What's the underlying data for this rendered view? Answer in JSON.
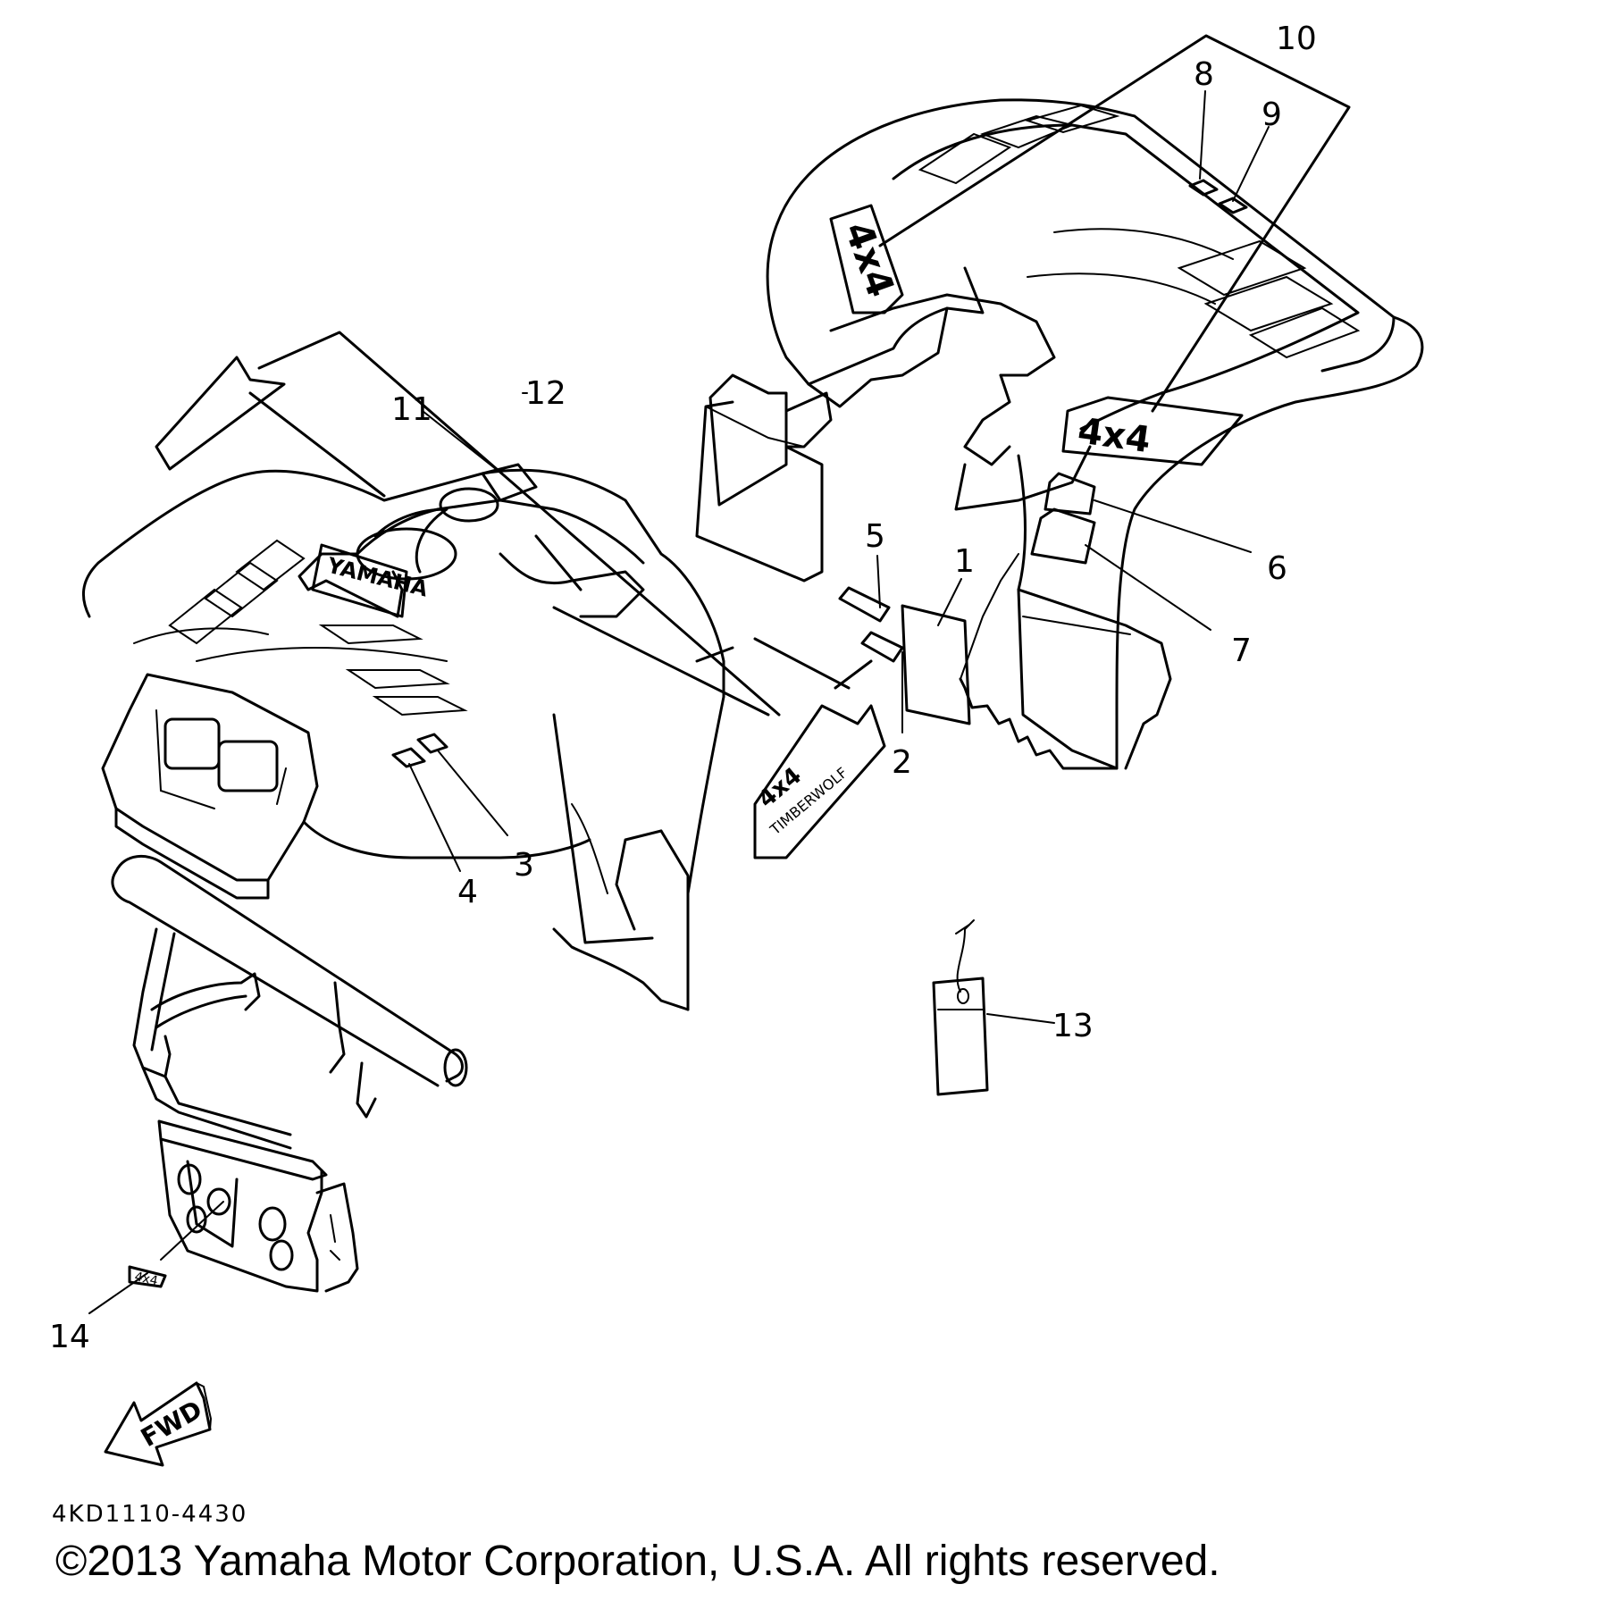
{
  "callouts": [
    {
      "id": "c1",
      "text": "1"
    },
    {
      "id": "c2",
      "text": "2"
    },
    {
      "id": "c3",
      "text": "3"
    },
    {
      "id": "c4",
      "text": "4"
    },
    {
      "id": "c5",
      "text": "5"
    },
    {
      "id": "c6",
      "text": "6"
    },
    {
      "id": "c7",
      "text": "7"
    },
    {
      "id": "c8",
      "text": "8"
    },
    {
      "id": "c9",
      "text": "9"
    },
    {
      "id": "c10",
      "text": "10"
    },
    {
      "id": "c11",
      "text": "11"
    },
    {
      "id": "c12",
      "text": "12"
    },
    {
      "id": "c13",
      "text": "13"
    },
    {
      "id": "c14",
      "text": "14"
    }
  ],
  "decals": {
    "rear_side": "4x4",
    "rear_top": "4x4",
    "front_brand": "YAMAHA",
    "side_model_4x4": "4x4",
    "side_model_name": "TIMBERWOLF",
    "guard_badge": "4x4"
  },
  "fwd_label": "FWD",
  "part_code": "4KD1110-4430",
  "copyright": "©2013 Yamaha Motor Corporation, U.S.A. All rights reserved."
}
